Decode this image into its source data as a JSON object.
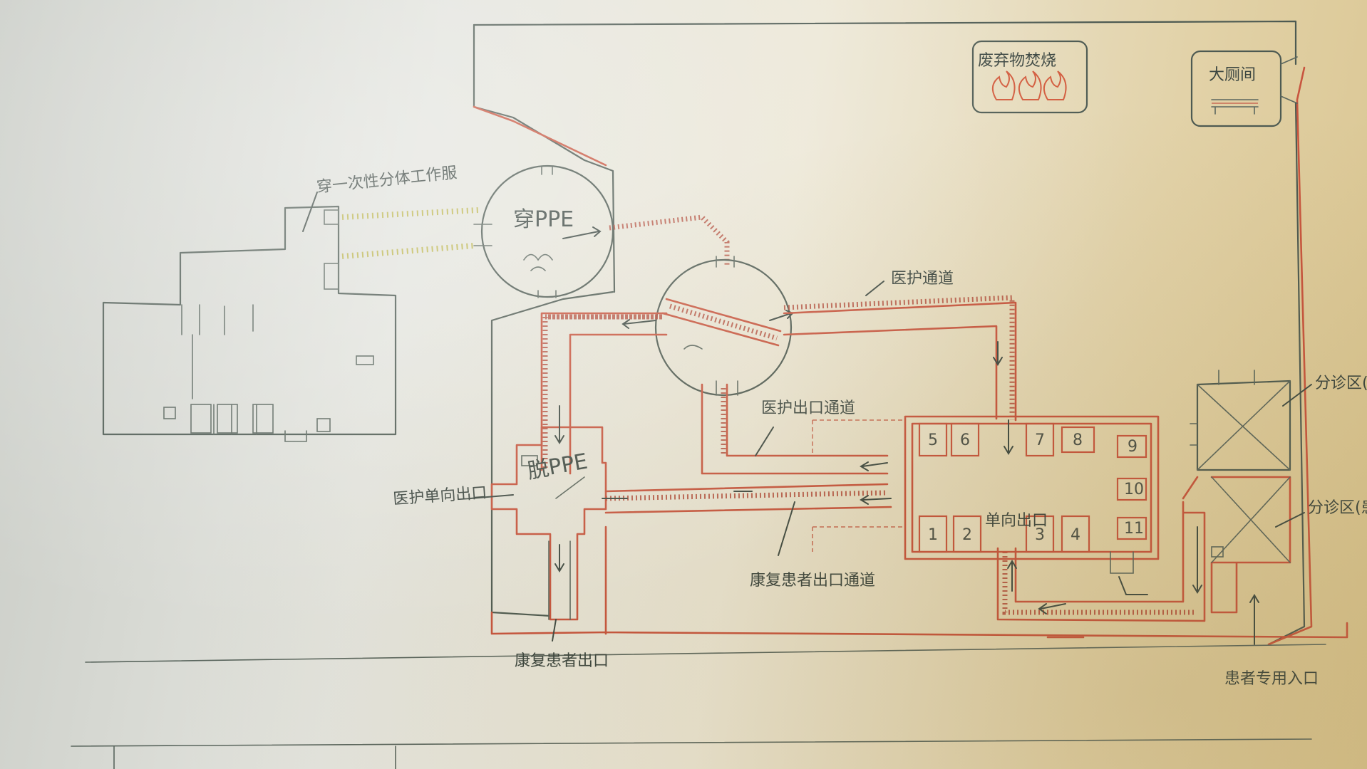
{
  "labels": {
    "wear_disposable_work_clothes": "穿一次性分体工作服",
    "don_ppe": "穿PPE",
    "doff_ppe": "脱PPE",
    "waste_incineration": "废弃物焚烧",
    "large_bathroom": "大厕间",
    "staff_passage": "医护通道",
    "staff_exit_passage": "医护出口通道",
    "recovered_patient_exit_passage": "康复患者出口通道",
    "staff_one_way_exit": "医护单向出口",
    "one_way_exit": "单向出口",
    "recovered_patient_exit": "康复患者出口",
    "patient_entrance": "患者专用入口",
    "triage_staff": "分诊区(工作人员)",
    "triage_patient": "分诊区(患者)"
  },
  "rooms": [
    "1",
    "2",
    "3",
    "4",
    "5",
    "6",
    "7",
    "8",
    "9",
    "10",
    "11"
  ],
  "colors": {
    "pencil": "#4d5a52",
    "red_pencil": "#c8553f",
    "yellow_pencil": "#b8b040",
    "paper": "#e6e2d2"
  }
}
